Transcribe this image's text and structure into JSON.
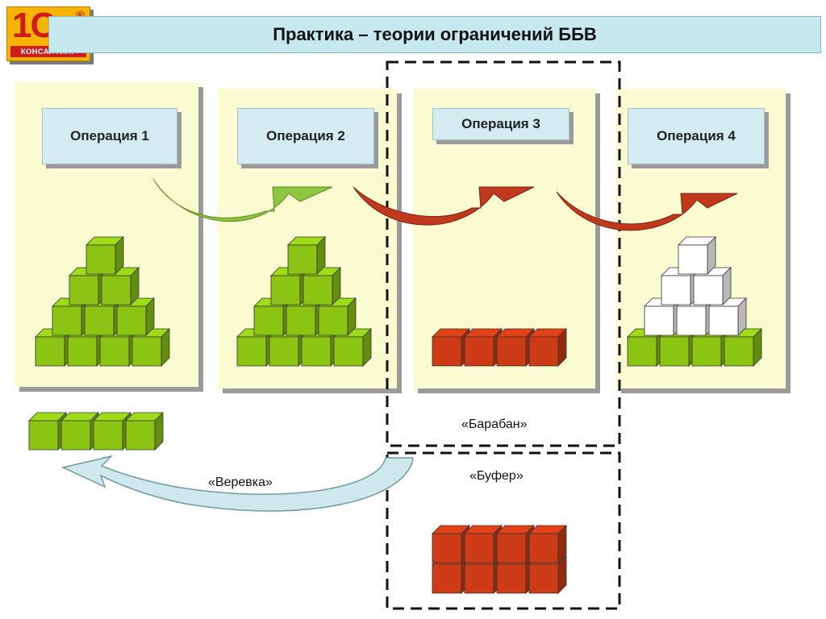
{
  "header": {
    "title": "Практика – теории ограничений ББВ"
  },
  "logo": {
    "main_text": "1С",
    "registered_mark": "®",
    "sub_text": "КОНСАЛТИНГ"
  },
  "operations": [
    {
      "label": "Операция 1"
    },
    {
      "label": "Операция 2"
    },
    {
      "label": "Операция 3"
    },
    {
      "label": "Операция 4"
    }
  ],
  "labels": {
    "drum": "«Барабан»",
    "buffer": "«Буфер»",
    "rope": "«Веревка»"
  },
  "colors": {
    "green_cube": "#8cc414",
    "red_cube": "#cc3a16",
    "white_cube": "#ffffff",
    "column_bg": "#fbfbd1",
    "op_box_bg": "#d3ebf1",
    "title_bg": "#c6e8ef",
    "green_arrow": "#8dc63f",
    "red_arrow": "#c0391c",
    "rope_arrow": "#cfe8ee"
  }
}
